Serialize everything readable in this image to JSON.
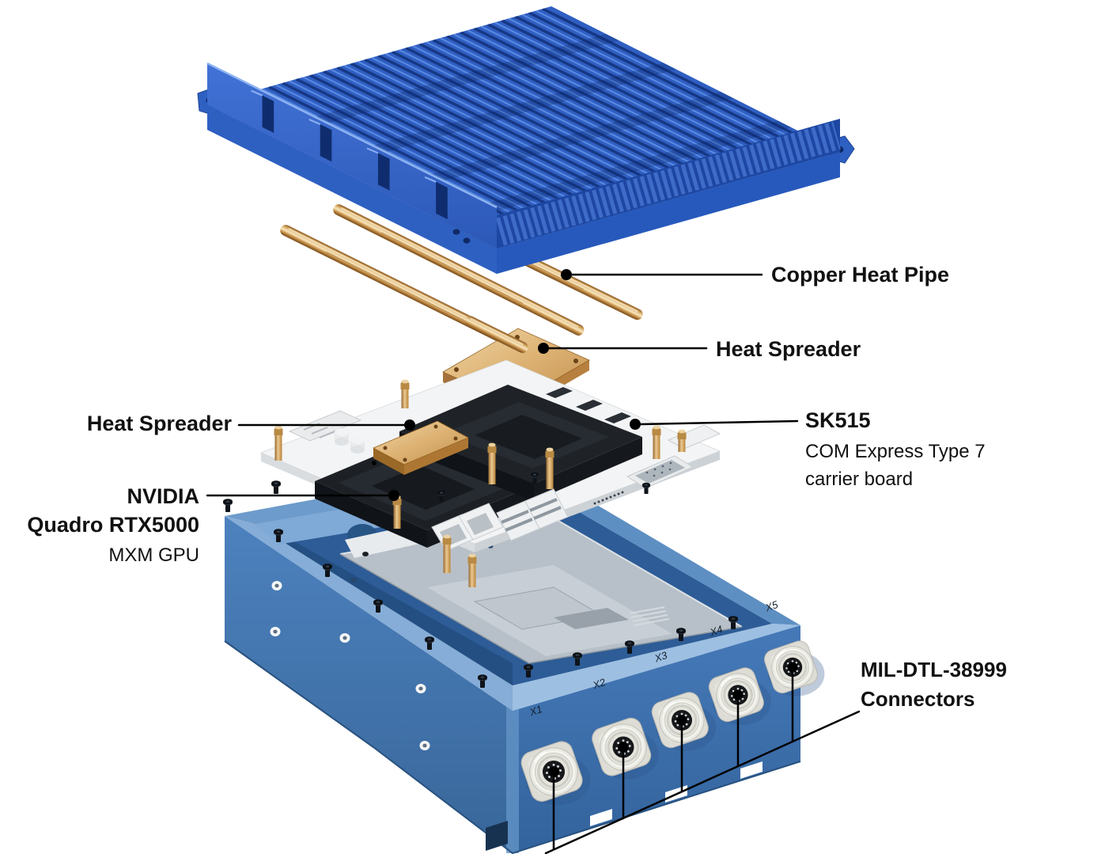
{
  "callouts": {
    "copper_heat_pipe": {
      "label": "Copper Heat Pipe"
    },
    "heat_spreader_top": {
      "label": "Heat Spreader"
    },
    "heat_spreader_left": {
      "label": "Heat Spreader"
    },
    "sk515": {
      "title": "SK515",
      "line1": "COM Express Type 7",
      "line2": "carrier board"
    },
    "gpu": {
      "line1": "NVIDIA",
      "line2": "Quadro RTX5000",
      "line3": "MXM GPU"
    },
    "mil": {
      "line1": "MIL-DTL-38999",
      "line2": "Connectors"
    }
  },
  "connectors": {
    "labels": [
      "X1",
      "X2",
      "X3",
      "X4",
      "X5"
    ]
  },
  "colors": {
    "background": "#ffffff",
    "heatsink_blue": "#2f5fc2",
    "heatsink_dark": "#16357f",
    "heatsink_light": "#5d8de4",
    "chassis_blue": "#4478b4",
    "chassis_rim": "#86add7",
    "cavity_blue": "#2d5c97",
    "tray_gray": "#b7c0c8",
    "copper": "#d2a365",
    "board_white": "#f3f4f5",
    "module_black": "#1d2125",
    "text": "#111111",
    "line": "#000000"
  }
}
